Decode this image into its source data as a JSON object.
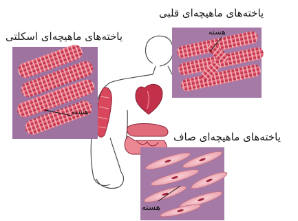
{
  "cardiac": {
    "title": "یاخته‌های ماهیچه‌ای قلبی",
    "nucleus_label": "هسته"
  },
  "skeletal": {
    "title": "یاخته‌های ماهیچه‌ای اسکلتی",
    "nucleus_label": "هسته"
  },
  "smooth": {
    "title": "یاخته‌های ماهیچه‌ای صاف",
    "nucleus_label": "هسته"
  },
  "colors": {
    "panel": "#a57aa6",
    "panel_dark": "#8c6190",
    "fiber": "#d9475d",
    "fiber_light": "#f07d8c",
    "smooth_cell": "#f1b7c0",
    "nucleus": "#a3233d",
    "outline": "#4a4a4a"
  }
}
